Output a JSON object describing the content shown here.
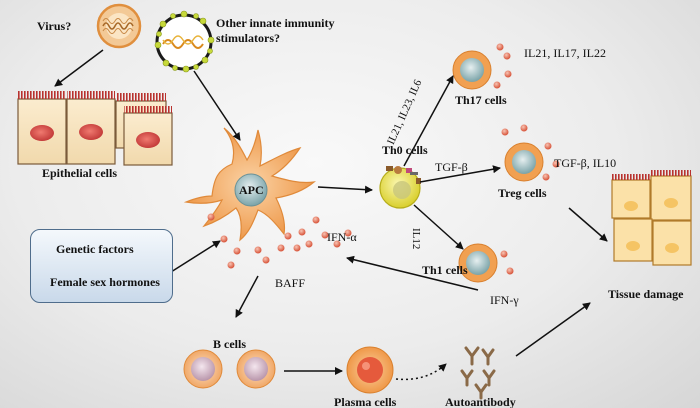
{
  "labels": {
    "virus": "Virus?",
    "other_stimulators_line1": "Other innate immunity",
    "other_stimulators_line2": "stimulators?",
    "epithelial_cells": "Epithelial cells",
    "apc": "APC",
    "th0_cells": "Th0 cells",
    "th17_cytokines": "IL21, IL23, IL6",
    "th17_cells": "Th17 cells",
    "th17_products": "IL21, IL17, IL22",
    "tgf_beta": "TGF-β",
    "treg_cells": "Treg cells",
    "treg_products": "TGF-β, IL10",
    "il12": "IL12",
    "th1_cells": "Th1 cells",
    "ifn_gamma": "IFN-γ",
    "ifn_alpha": "IFN-α",
    "baff": "BAFF",
    "genetic_factors": "Genetic factors",
    "female_sex_hormones": "Female sex hormones",
    "b_cells": "B cells",
    "plasma_cells": "Plasma cells",
    "autoantibody": "Autoantibody",
    "tissue_damage": "Tissue damage"
  },
  "colors": {
    "cell_orange": "#f0a45a",
    "nucleus_teal": "#8fb5b8",
    "cytokine_red": "#e0775c",
    "epithelial_fill": "#f8e6c2",
    "epithelial_nucleus": "#d94d49",
    "th0_yellow": "#e8e04a",
    "box_border": "#4f6d8c",
    "plasma_core": "#e0523a"
  }
}
